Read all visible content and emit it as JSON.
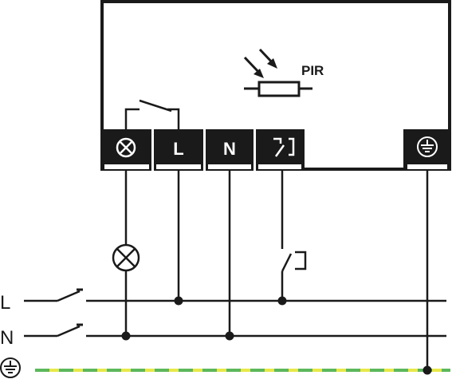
{
  "diagram": {
    "sensor": {
      "label": "PIR"
    },
    "terminals": {
      "lamp": {
        "icon": "lamp-cross-icon"
      },
      "live": {
        "label": "L"
      },
      "neutral": {
        "label": "N"
      },
      "pushbutton": {
        "icon": "pushbutton-switch-icon"
      },
      "earth": {
        "icon": "earth-ground-icon"
      }
    },
    "supply": {
      "live": {
        "label": "L"
      },
      "neutral": {
        "label": "N"
      },
      "earth": {
        "icon": "earth-ground-icon"
      }
    },
    "colors": {
      "line": "#1a1a1a",
      "terminal_block": "#1a1a1a",
      "terminal_text": "#ffffff",
      "earth_green": "#5cb85c",
      "earth_yellow": "#e8e84a"
    }
  }
}
